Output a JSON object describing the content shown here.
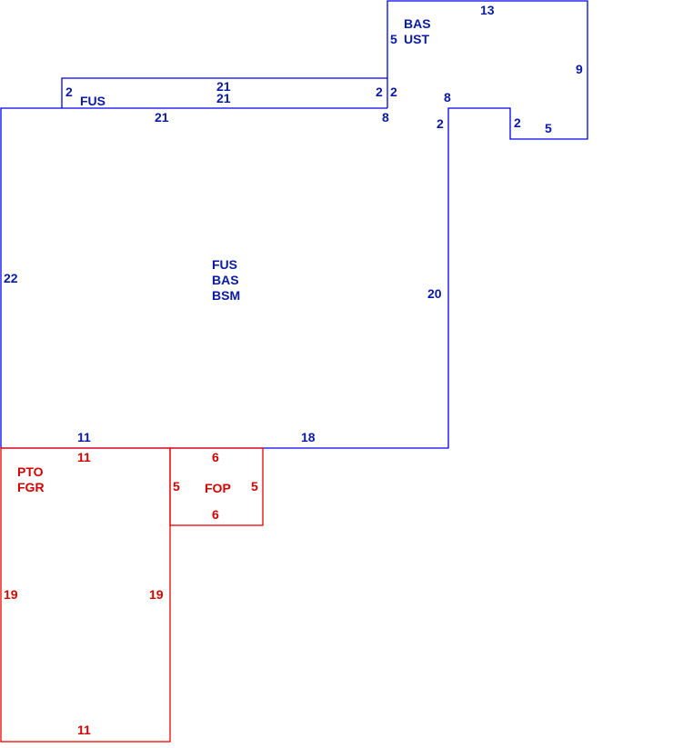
{
  "colors": {
    "main": "#0000ee",
    "main_text": "#0a1aa8",
    "attached": "#ee0000",
    "attached_text": "#d40000"
  },
  "areas": {
    "main": {
      "lines": [
        "FUS",
        "BAS",
        "BSM"
      ]
    },
    "upper_story": {
      "lines": [
        "FUS"
      ]
    },
    "top_addition": {
      "lines": [
        "BAS",
        "UST"
      ]
    },
    "patio": {
      "lines": [
        "PTO",
        "FGR"
      ]
    },
    "porch": {
      "lines": [
        "FOP"
      ]
    }
  },
  "dimensions": {
    "main_left": "22",
    "main_right": "20",
    "main_top": "21",
    "main_top_right": "8",
    "main_right_upper": "2",
    "main_bottom_left": "11",
    "main_bottom_right": "18",
    "fus_left": "2",
    "fus_top_a": "21",
    "fus_top_b": "21",
    "fus_right": "2",
    "add_right_lower": "2",
    "add_top": "13",
    "add_left": "5",
    "add_right": "9",
    "add_step": "8",
    "add_step_side": "2",
    "add_bottom": "5",
    "patio_top": "11",
    "patio_left": "19",
    "patio_right": "19",
    "patio_bottom": "11",
    "porch_top": "6",
    "porch_left": "5",
    "porch_right": "5",
    "porch_bottom": "6"
  }
}
